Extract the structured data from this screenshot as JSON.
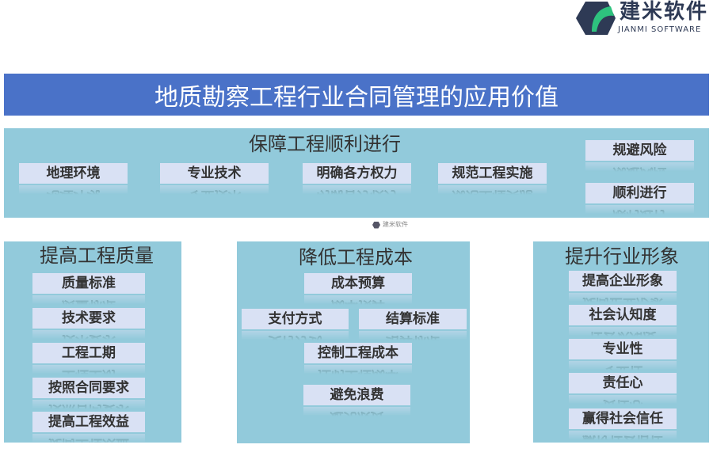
{
  "logo": {
    "cn": "建米软件",
    "en": "JIANMI SOFTWARE",
    "watermark": "建米软件"
  },
  "title": "地质勘察工程行业合同管理的应用价值",
  "top": {
    "title": "保障工程顺利进行",
    "items": [
      "地理环境",
      "专业技术",
      "明确各方权力",
      "规范工程实施"
    ],
    "side": [
      "规避风险",
      "顺利进行"
    ]
  },
  "left": {
    "title": "提高工程质量",
    "items": [
      "质量标准",
      "技术要求",
      "工程工期",
      "按照合同要求",
      "提高工程效益"
    ]
  },
  "middle": {
    "title": "降低工程成本",
    "items": [
      "成本预算",
      "支付方式",
      "结算标准",
      "控制工程成本",
      "避免浪费"
    ]
  },
  "right": {
    "title": "提升行业形象",
    "items": [
      "提高企业形象",
      "社会认知度",
      "专业性",
      "责任心",
      "赢得社会信任"
    ]
  },
  "colors": {
    "title_bg": "#4a72c8",
    "panel": "#92cadb",
    "box": "#d9e1f4"
  }
}
